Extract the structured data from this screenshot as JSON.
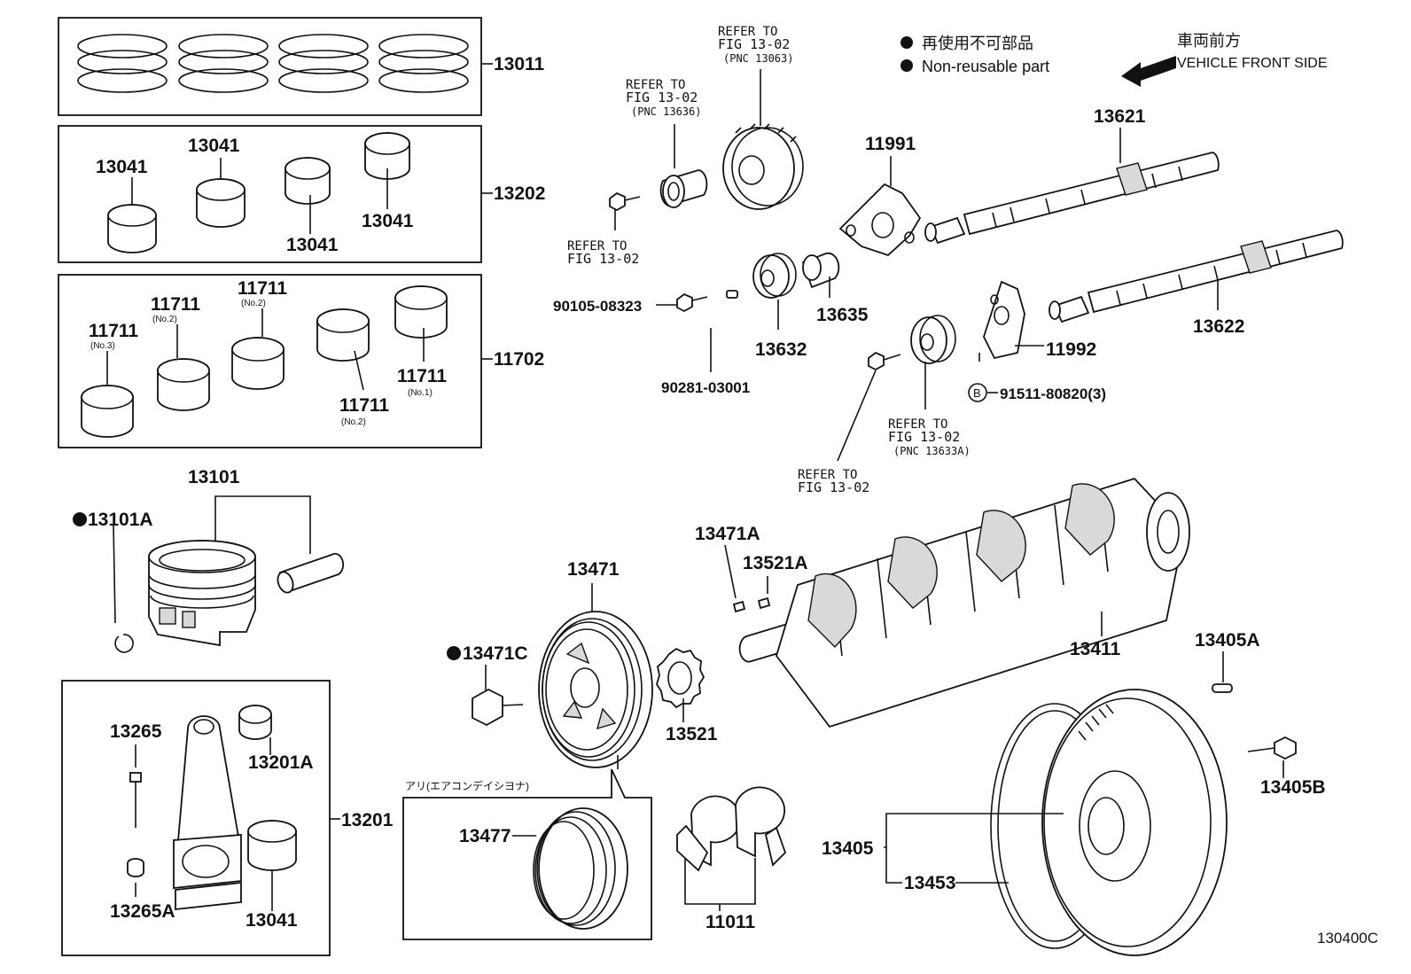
{
  "legend": {
    "non_reusable_jp": "再使用不可部品",
    "non_reusable_en": "Non-reusable part",
    "front_jp": "車両前方",
    "front_en": "VEHICLE FRONT SIDE"
  },
  "labels": {
    "p13011": "13011",
    "p13202": "13202",
    "p13041_a": "13041",
    "p13041_b": "13041",
    "p13041_c": "13041",
    "p13041_d": "13041",
    "p11702": "11702",
    "p11711_a": "11711",
    "p11711_b": "11711",
    "p11711_c": "11711",
    "p11711_d": "11711",
    "p11711_e": "11711",
    "p13101": "13101",
    "p13101a": "13101A",
    "p13201": "13201",
    "p13265": "13265",
    "p13265a": "13265A",
    "p13201a": "13201A",
    "p13041_e": "13041",
    "p13471": "13471",
    "p13471c": "13471C",
    "p13521": "13521",
    "p13471a": "13471A",
    "p13521a": "13521A",
    "p13477": "13477",
    "p11011": "11011",
    "p13411": "13411",
    "p13405a": "13405A",
    "p13405b": "13405B",
    "p13405": "13405",
    "p13453": "13453",
    "p11991": "11991",
    "p11992": "11992",
    "p13621": "13621",
    "p13622": "13622",
    "p13635": "13635",
    "p13632": "13632",
    "p90105": "90105-08323",
    "p90281": "90281-03001",
    "p91511": "91511-80820(3)"
  },
  "notes": {
    "no3": "(No.3)",
    "no2_a": "(No.2)",
    "no2_b": "(No.2)",
    "no2_c": "(No.2)",
    "no1": "(No.1)",
    "ac_caption": "アリ(エアコンデイシヨナ)",
    "circle_b": "B",
    "figure_code": "130400C"
  },
  "refs": {
    "ref1": [
      "REFER TO",
      "FIG 13-02",
      "(PNC 13636)"
    ],
    "ref2": [
      "REFER TO",
      "FIG 13-02",
      "(PNC 13063)"
    ],
    "ref3": [
      "REFER TO",
      "FIG 13-02"
    ],
    "ref4": [
      "REFER TO",
      "FIG 13-02",
      "(PNC 13633A)"
    ],
    "ref5": [
      "REFER TO",
      "FIG 13-02"
    ]
  }
}
